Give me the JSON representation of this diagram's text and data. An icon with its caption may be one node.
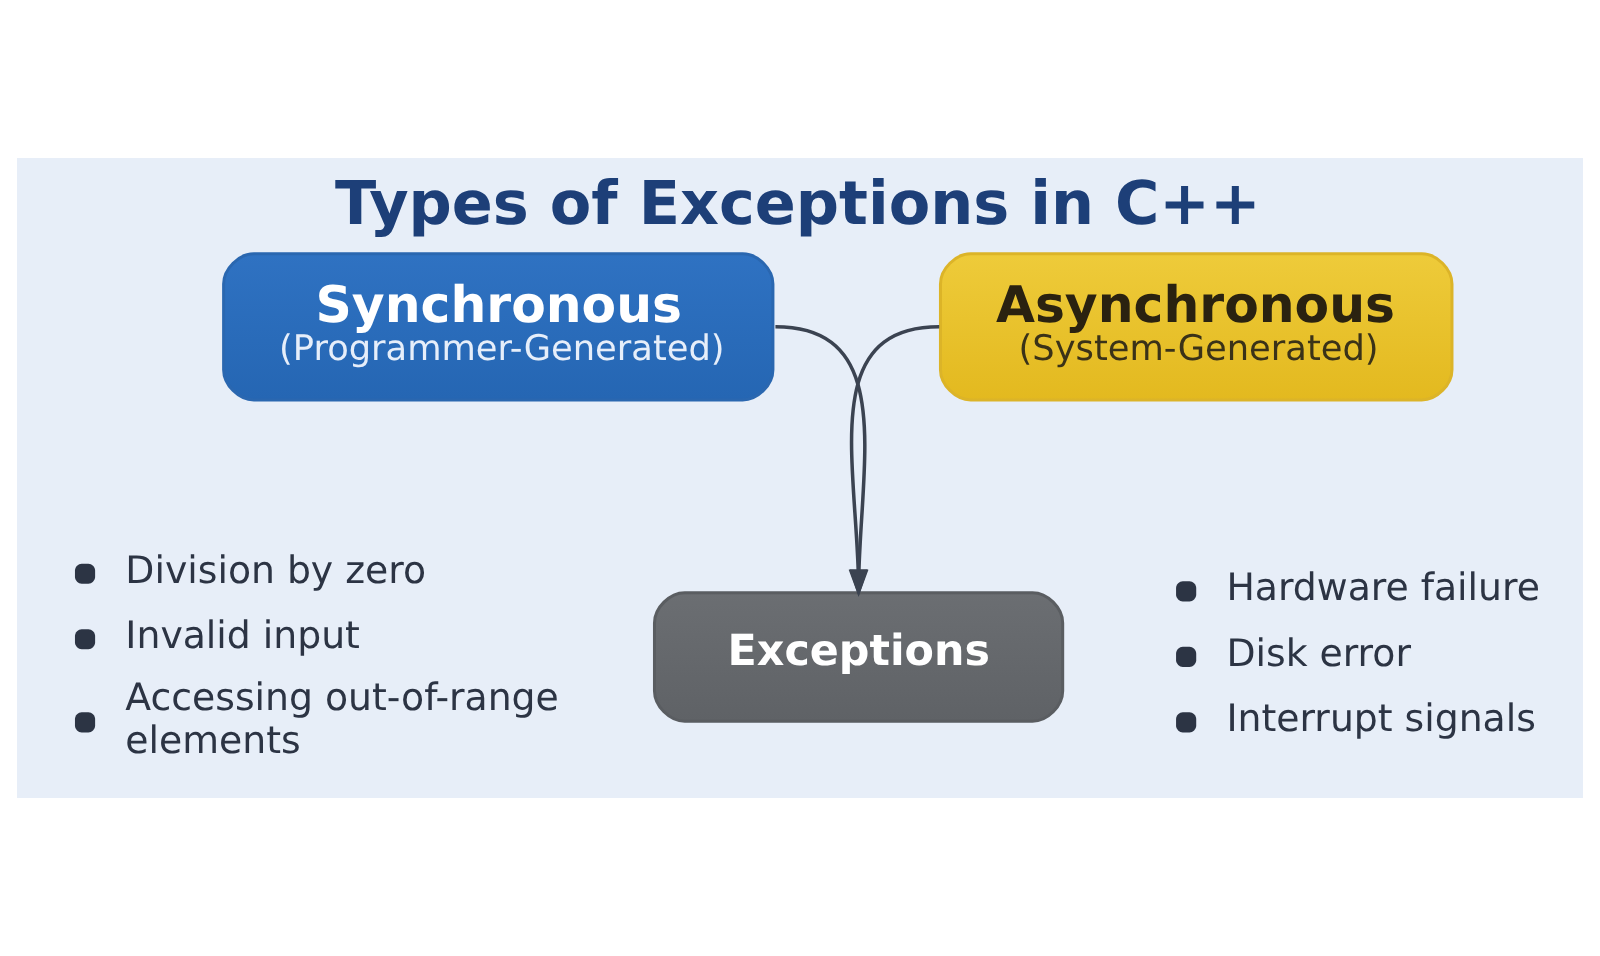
{
  "diagram": {
    "title": "Types of Exceptions in C++",
    "nodes": [
      {
        "text": [
          "Synchronous",
          "(Programmer-Generated)"
        ],
        "beside": [
          "Division by zero",
          "Invalid input",
          "Accessing out-of-range elements"
        ]
      },
      {
        "text": [
          "Asynchronous",
          "(System-Generated)"
        ],
        "beside": [
          "Hardware failure",
          "Disk error",
          "Interrupt signals"
        ]
      },
      {
        "text": [
          "Exceptions"
        ]
      }
    ],
    "edges": [
      {
        "from": 0,
        "to": 2,
        "arrow": "to"
      },
      {
        "from": 1,
        "to": 2,
        "arrow": "to"
      }
    ]
  }
}
